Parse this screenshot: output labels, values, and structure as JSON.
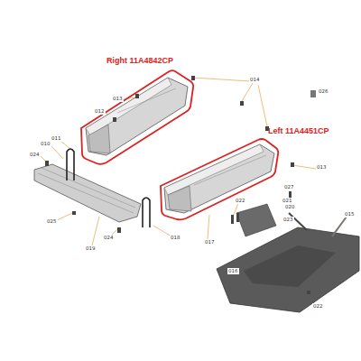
{
  "diagram": {
    "nodes": [
      {
        "text": [
          "Right 11A4842CP"
        ]
      },
      {
        "text": [
          "Left 11A4451CP"
        ]
      }
    ],
    "labels": [
      "013",
      "012",
      "014",
      "026",
      "011",
      "010",
      "024",
      "024",
      "025",
      "019",
      "018",
      "017",
      "022",
      "013",
      "027",
      "021",
      "020",
      "023",
      "015",
      "016",
      "022"
    ]
  }
}
